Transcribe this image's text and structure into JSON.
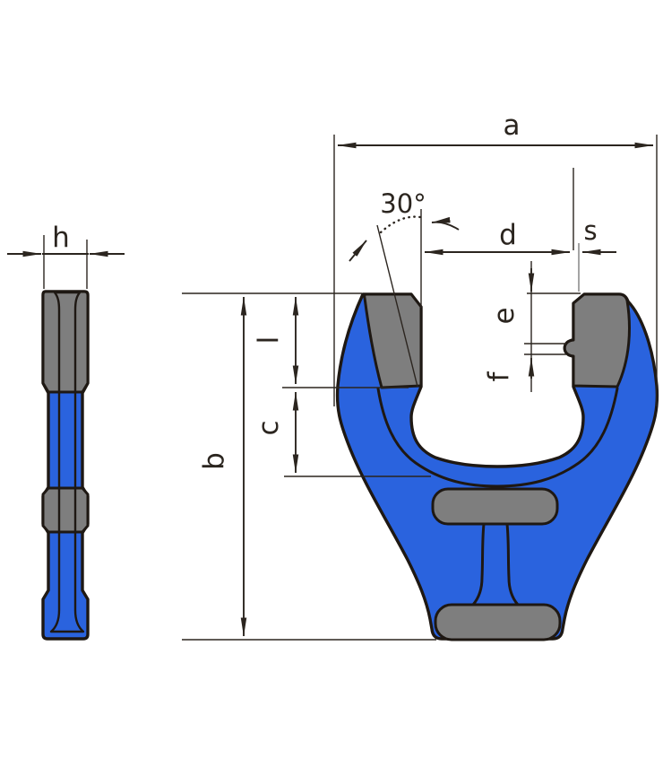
{
  "dims": {
    "a": "a",
    "b": "b",
    "c": "c",
    "d": "d",
    "e": "e",
    "f": "f",
    "h": "h",
    "l": "l",
    "s": "s",
    "angle": "30°"
  },
  "colors": {
    "body_blue": "#2A63DE",
    "stripe_blue": "#3B74F2",
    "steel_gray": "#7E7E7E",
    "outline": "#1E1813",
    "dimension_line": "#2B251F",
    "extension_gray": "#9A9A9A",
    "background": "#FFFFFF"
  }
}
